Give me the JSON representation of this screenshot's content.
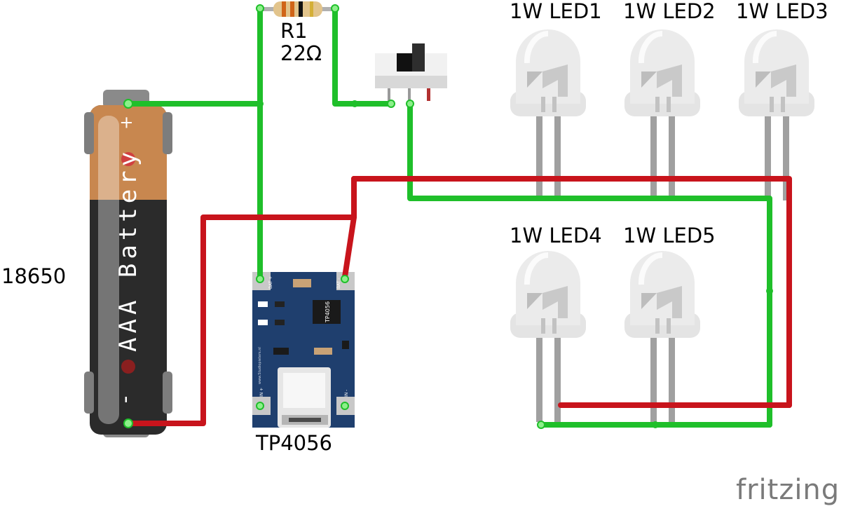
{
  "labels": {
    "battery_type": "18650",
    "resistor_name": "R1",
    "resistor_value": "22Ω",
    "charger_module": "TP4056",
    "led1": "1W LED1",
    "led2": "1W LED2",
    "led3": "1W LED3",
    "led4": "1W LED4",
    "led5": "1W LED5",
    "brand": "fritzing"
  },
  "battery": {
    "text": "AAA Battery",
    "plus": "+",
    "minus": "-"
  },
  "module": {
    "chip": "TP4056",
    "pin_bat_plus": "BAT +",
    "pin_bat_minus": "BAT -",
    "pin_in_plus": "IN +",
    "pin_in_minus": "IN -",
    "maker": "www.Studiopieters.nl"
  },
  "colors": {
    "wire_green": "#1fbf2a",
    "wire_red": "#c8141c",
    "module_blue": "#1f3f6e",
    "battery_copper": "#c8874f",
    "battery_black": "#2b2b2b",
    "led_body": "#e9e9e9",
    "led_leg": "#9a9a9a"
  }
}
